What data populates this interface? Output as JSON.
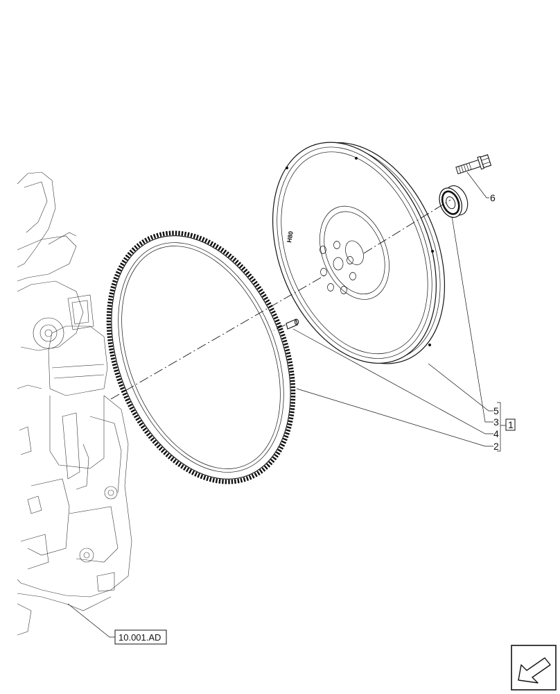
{
  "callouts": {
    "bolt": "6",
    "flywheel": "5",
    "bearing": "3",
    "dowel_pin": "4",
    "ring_gear": "2",
    "kit": "1"
  },
  "flywheel_marking": "H80",
  "reference": "10.001.AD",
  "icons": {
    "nav_arrow": "arrow-lower-left-icon"
  }
}
